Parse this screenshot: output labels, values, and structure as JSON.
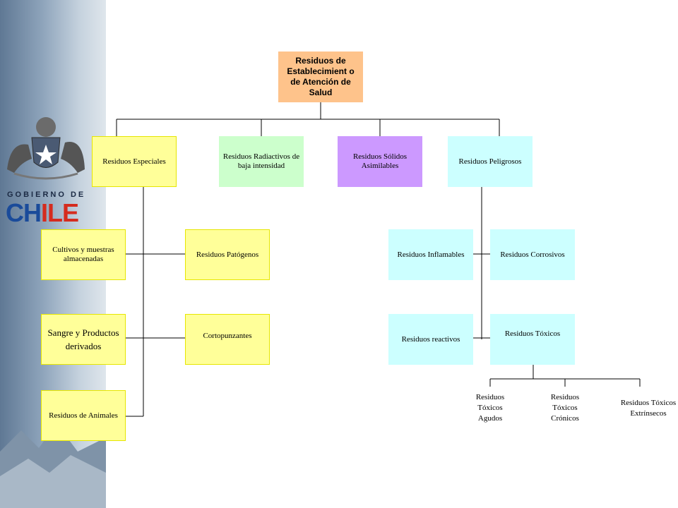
{
  "branding": {
    "gobierno": "GOBIERNO DE",
    "chile_blue": "CH",
    "chile_red": "ILE"
  },
  "diagram": {
    "root": "Residuos de Establecimient o de Atención de Salud",
    "level1": {
      "especiales": "Residuos Especiales",
      "radiactivos": "Residuos Radiactivos de baja intensidad",
      "solidos": "Residuos Sólidos Asimilables",
      "peligrosos": "Residuos Peligrosos"
    },
    "especiales_children": {
      "cultivos": "Cultivos y muestras almacenadas",
      "patogenos": "Residuos Patógenos",
      "sangre": "Sangre y Productos derivados",
      "cortopunzantes": "Cortopunzantes",
      "animales": "Residuos de Animales"
    },
    "peligrosos_children": {
      "inflamables": "Residuos Inflamables",
      "corrosivos": "Residuos Corrosivos",
      "reactivos": "Residuos reactivos",
      "toxicos": "Residuos Tóxicos"
    },
    "toxicos_children": {
      "agudos": "Residuos Tóxicos Agudos",
      "cronicos": "Residuos Tóxicos Crónicos",
      "extrinsecos": "Residuos Tóxicos Extrínsecos"
    }
  }
}
